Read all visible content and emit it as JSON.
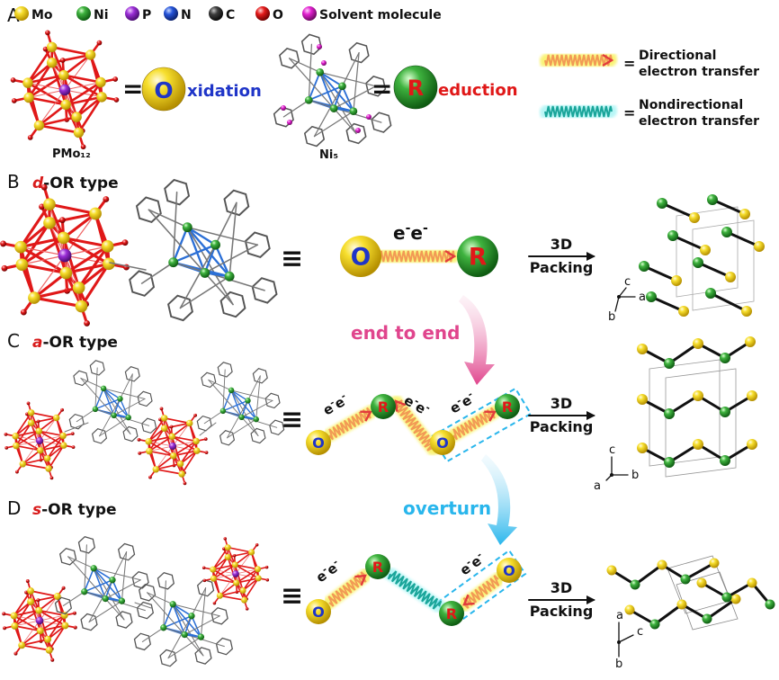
{
  "panels": {
    "a": {
      "letter": "A"
    },
    "b": {
      "letter": "B",
      "prefix": "d",
      "rest": "-OR type"
    },
    "c": {
      "letter": "C",
      "prefix": "a",
      "rest": "-OR type"
    },
    "d": {
      "letter": "D",
      "prefix": "s",
      "rest": "-OR type"
    }
  },
  "legend": [
    {
      "label": "Mo",
      "color": "#f2d21a"
    },
    {
      "label": "Ni",
      "color": "#3aa63a"
    },
    {
      "label": "P",
      "color": "#8a22c9"
    },
    {
      "label": "N",
      "color": "#1f4fd6"
    },
    {
      "label": "C",
      "color": "#3a3a3a"
    },
    {
      "label": "O",
      "color": "#e01818"
    },
    {
      "label": "Solvent molecule",
      "color": "#e020d0"
    }
  ],
  "oxidation": {
    "letter": "O",
    "rest": "xidation",
    "cluster_label": "PMo₁₂"
  },
  "reduction": {
    "letter": "R",
    "rest": "eduction",
    "cluster_label": "Ni₅"
  },
  "equals": "=",
  "equiv": "≡",
  "transfer_legend": {
    "directional": {
      "eq": "=",
      "line1": "Directional",
      "line2": "electron transfer"
    },
    "nondirectional": {
      "eq": "=",
      "line1": "Nondirectional",
      "line2": "electron transfer"
    }
  },
  "electron": "e",
  "electron_sup": "-",
  "node_o": "O",
  "node_r": "R",
  "packing": {
    "line1": "3D",
    "line2": "Packing"
  },
  "transitions": {
    "end_to_end": "end to end",
    "overturn": "overturn"
  },
  "axes": {
    "b": [
      "c",
      "a",
      "b"
    ],
    "c": [
      "c",
      "a",
      "b"
    ],
    "d": [
      "a",
      "b",
      "c"
    ]
  },
  "colors": {
    "mo": "#f2d21a",
    "ni": "#2f9a2f",
    "o_text": "#1f35c8",
    "r_text": "#e01818",
    "label_red": "#d81b1b",
    "label_blue": "#1f35c8",
    "end_to_end": "#e0458d",
    "overturn": "#29b6ec",
    "directional_glow": "#f7ef4a",
    "directional_wave": "#f29a55",
    "nondirectional_glow": "#9ff3f3",
    "nondirectional_wave": "#1aa59a"
  }
}
